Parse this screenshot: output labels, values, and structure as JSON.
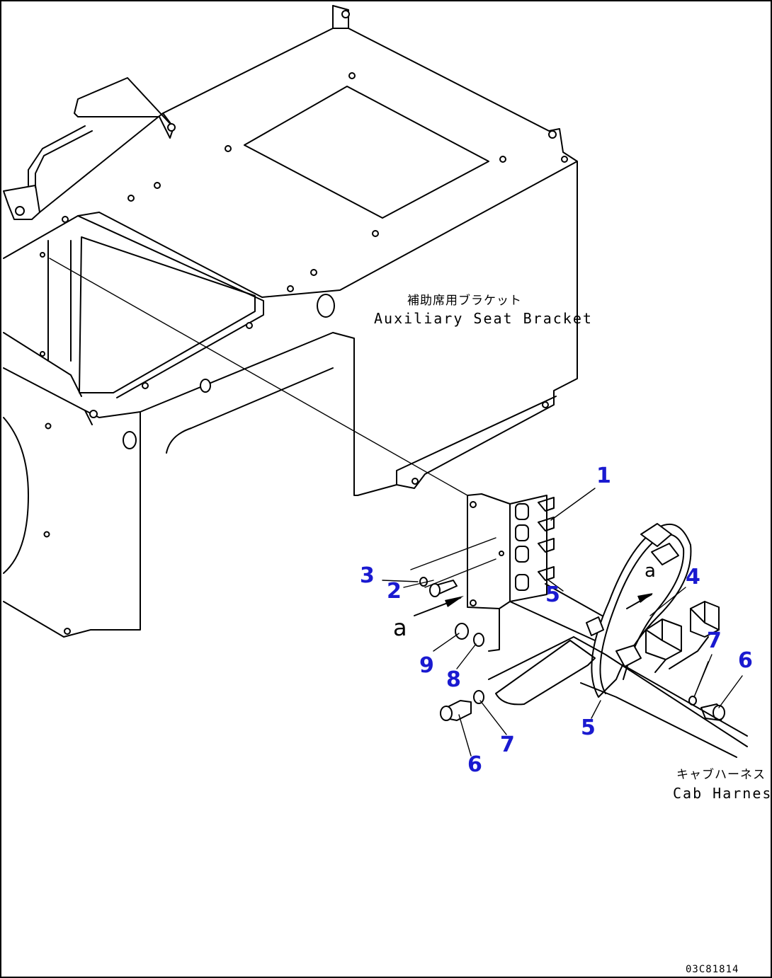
{
  "labels": {
    "bracket_jp": "補助席用ブラケット",
    "bracket_en": "Auxiliary Seat Bracket",
    "harness_jp": "キャブハーネス",
    "harness_en": "Cab Harness",
    "view_a": "a",
    "view_a_arrow": "a",
    "drawing_ref": "03C81814"
  },
  "callouts": {
    "c1": "1",
    "c2": "2",
    "c3": "3",
    "c4": "4",
    "c5a": "5",
    "c5b": "5",
    "c6a": "6",
    "c6b": "6",
    "c7a": "7",
    "c7b": "7",
    "c8": "8",
    "c9": "9"
  },
  "colors": {
    "callout": "#1a1ad0",
    "line": "#000000",
    "background": "#ffffff"
  }
}
